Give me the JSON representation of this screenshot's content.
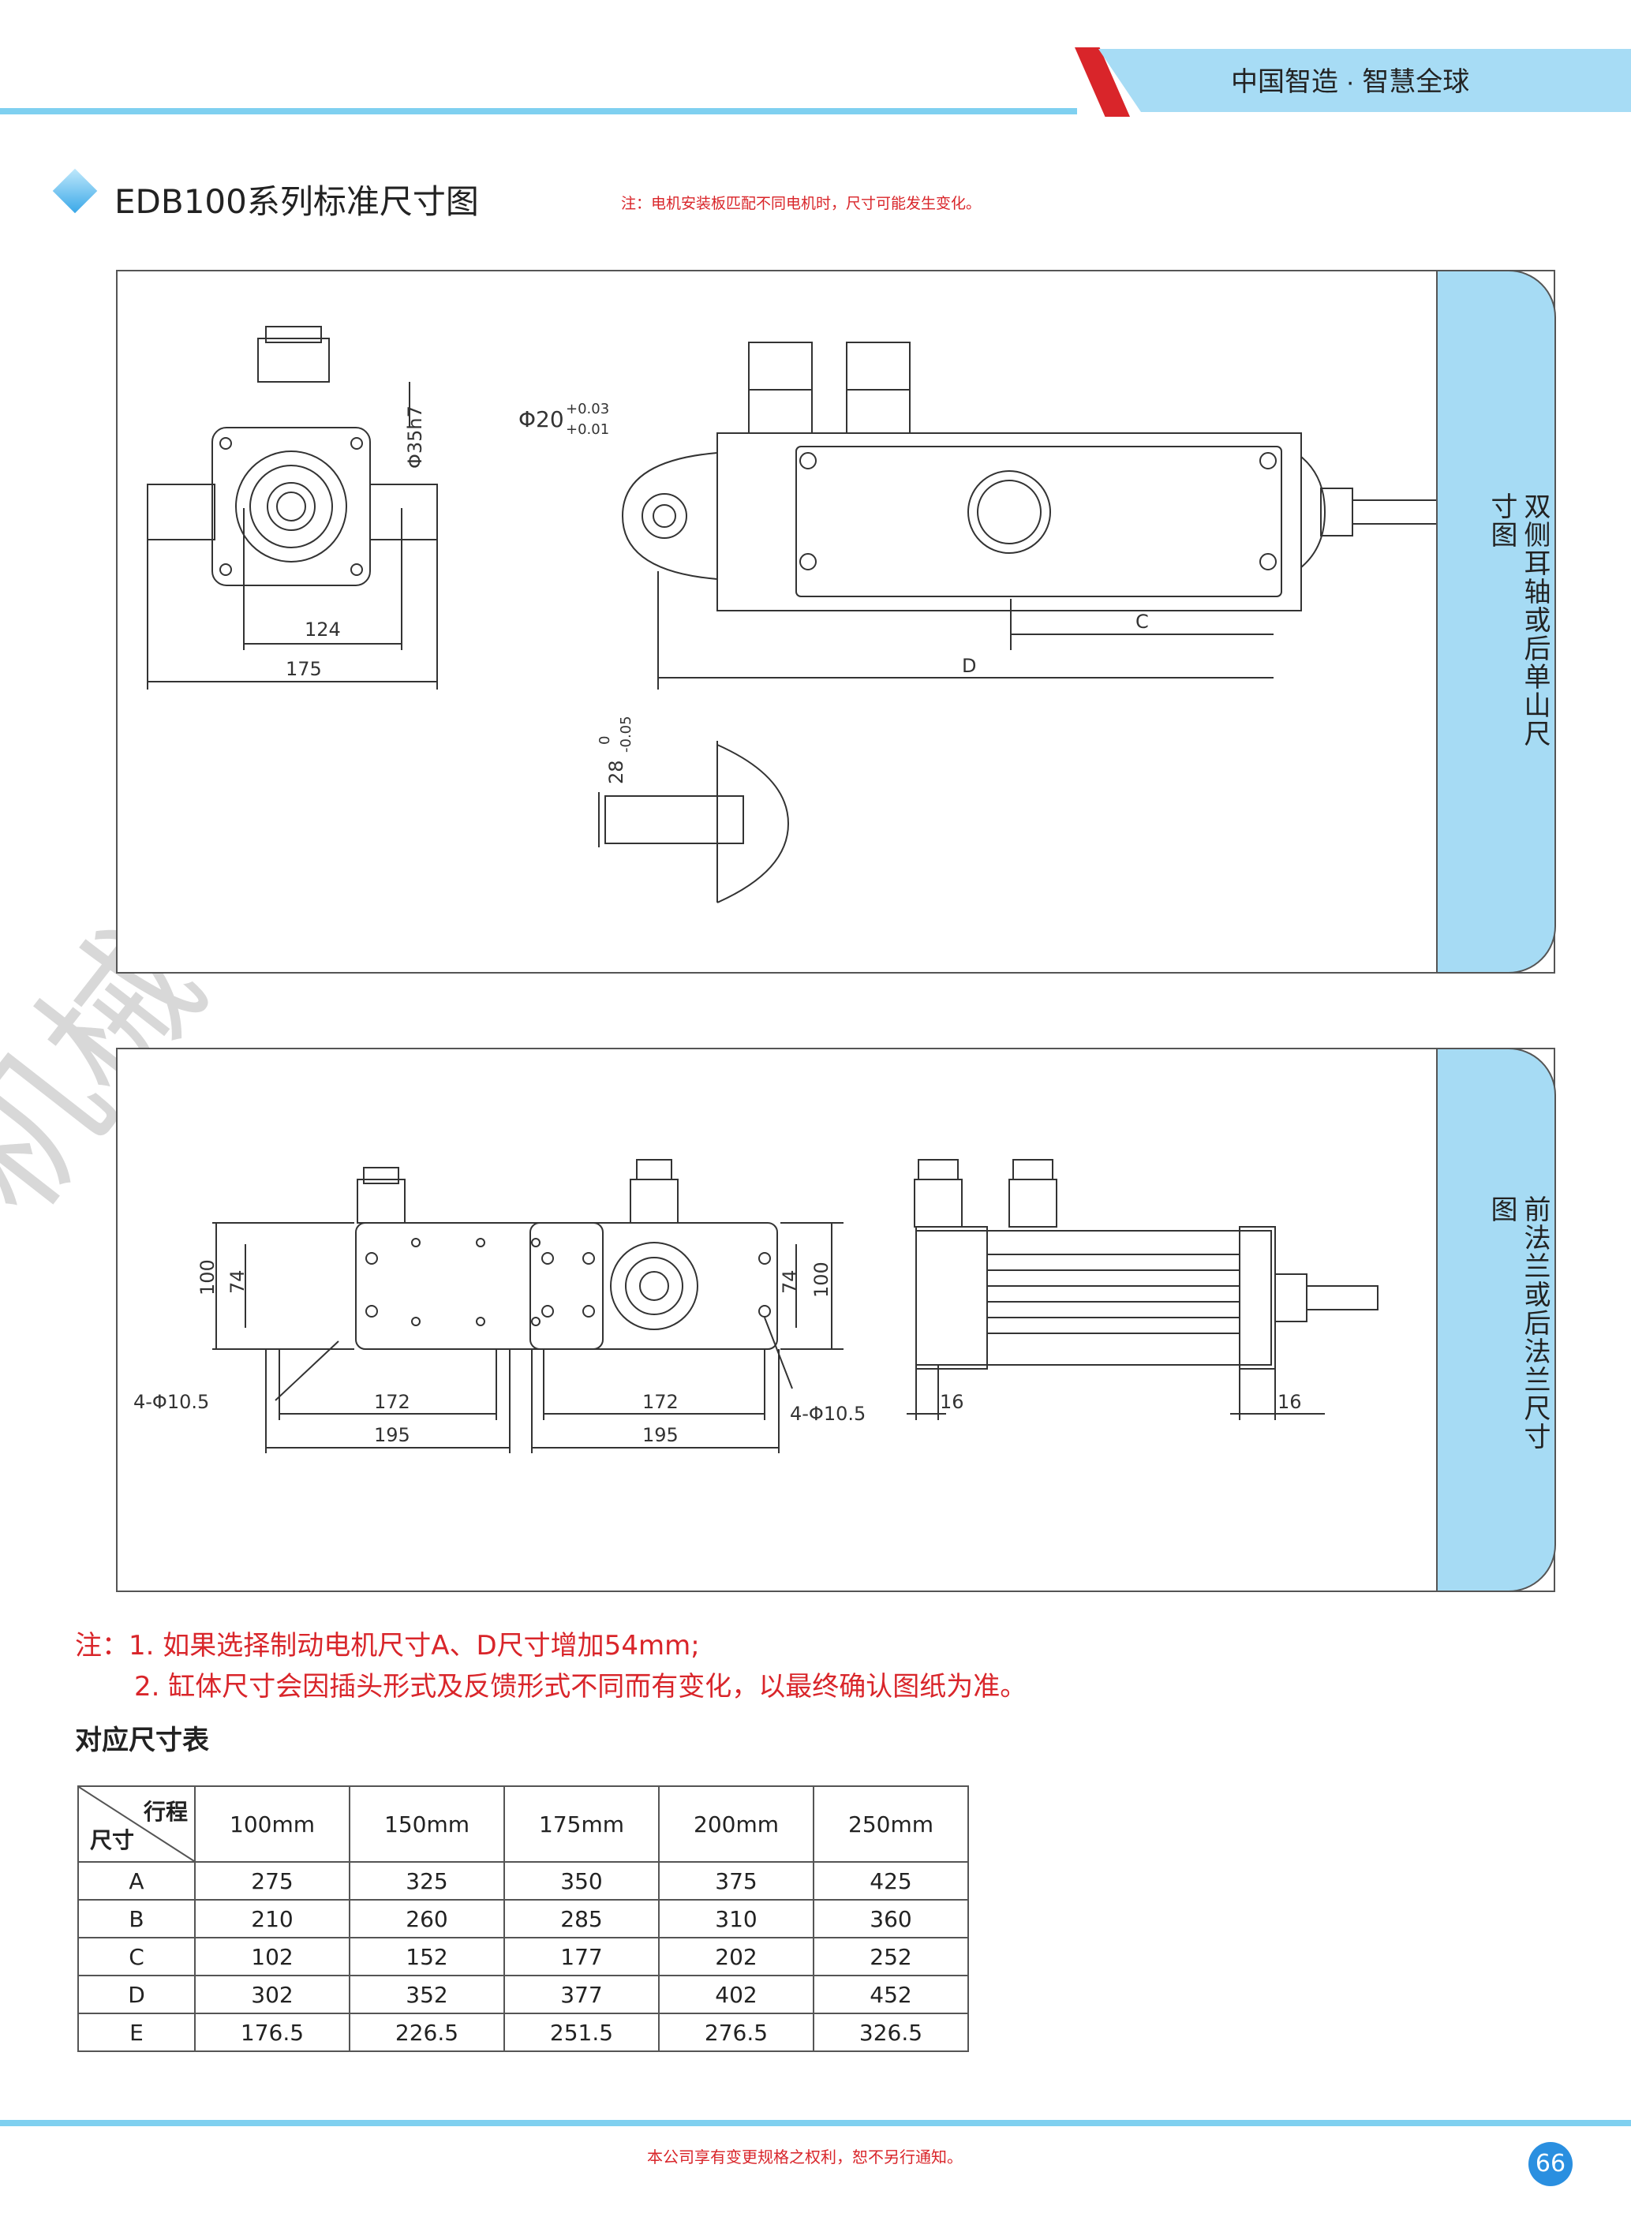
{
  "header": {
    "slogan": "中国智造 · 智慧全球"
  },
  "title": "EDB100系列标准尺寸图",
  "note_top": "注：电机安装板匹配不同电机时，尺寸可能发生变化。",
  "panel1": {
    "side_label": "双侧耳轴或后单山尺寸图",
    "dims": {
      "d35": "Φ35h7",
      "d20": "Φ20",
      "tol_plus1": "+0.03",
      "tol_plus2": "+0.01",
      "w124": "124",
      "w175": "175",
      "c": "C",
      "d": "D",
      "d28": "28",
      "tol_0": "0",
      "tol_neg": "-0.05"
    }
  },
  "panel2": {
    "side_label": "前法兰或后法兰尺寸图",
    "dims": {
      "h100": "100",
      "h74": "74",
      "holes": "4-Φ10.5",
      "w172": "172",
      "w195": "195",
      "w16": "16"
    }
  },
  "notes": {
    "line1": "注：1. 如果选择制动电机尺寸A、D尺寸增加54mm;",
    "line2": "2. 缸体尺寸会因插头形式及反馈形式不同而有变化，以最终确认图纸为准。"
  },
  "table": {
    "title": "对应尺寸表",
    "corner_top": "行程",
    "corner_bottom": "尺寸",
    "columns": [
      "100mm",
      "150mm",
      "175mm",
      "200mm",
      "250mm"
    ],
    "rows": [
      {
        "label": "A",
        "values": [
          "275",
          "325",
          "350",
          "375",
          "425"
        ]
      },
      {
        "label": "B",
        "values": [
          "210",
          "260",
          "285",
          "310",
          "360"
        ]
      },
      {
        "label": "C",
        "values": [
          "102",
          "152",
          "177",
          "202",
          "252"
        ]
      },
      {
        "label": "D",
        "values": [
          "302",
          "352",
          "377",
          "402",
          "452"
        ]
      },
      {
        "label": "E",
        "values": [
          "176.5",
          "226.5",
          "251.5",
          "276.5",
          "326.5"
        ]
      }
    ]
  },
  "watermark": "机械有限公司",
  "footer": {
    "text": "本公司享有变更规格之权利，恕不另行通知。",
    "page": "66"
  }
}
